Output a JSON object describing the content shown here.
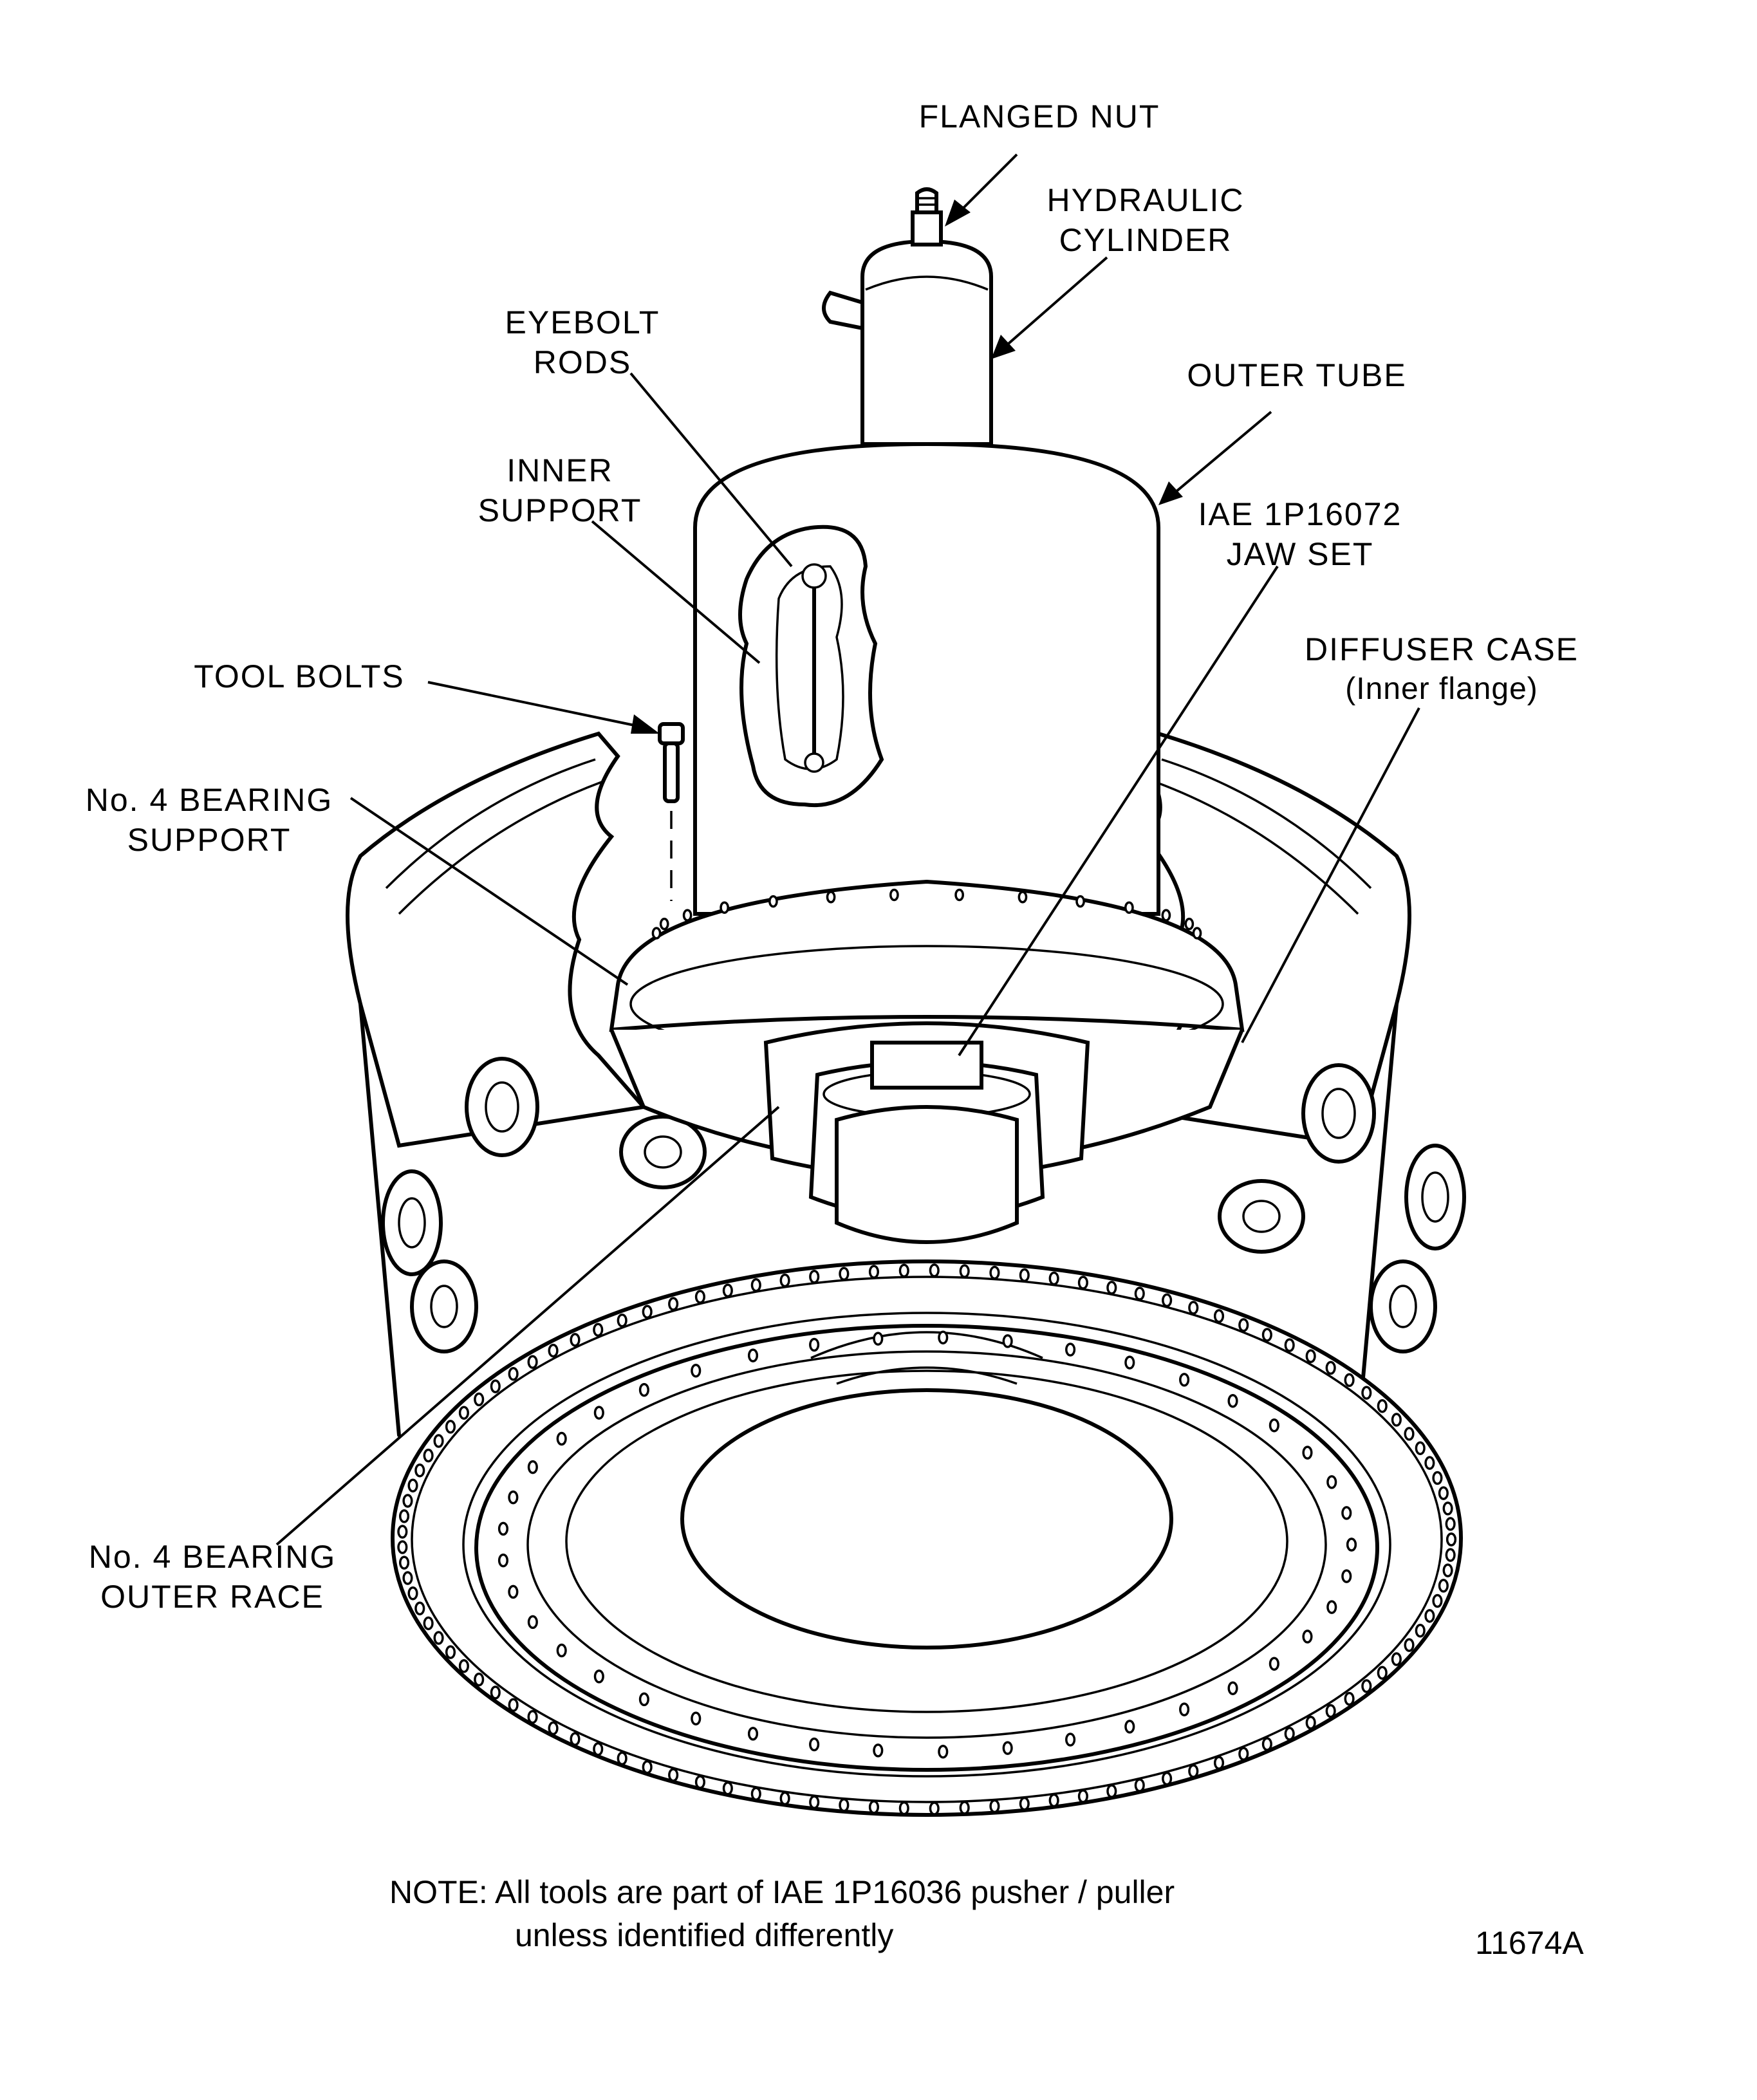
{
  "figure": {
    "id": "11674A",
    "labels": {
      "flanged_nut": "FLANGED NUT",
      "hydraulic_cylinder": [
        "HYDRAULIC",
        "CYLINDER"
      ],
      "eyebolt_rods": [
        "EYEBOLT",
        "RODS"
      ],
      "outer_tube": "OUTER TUBE",
      "inner_support": [
        "INNER",
        "SUPPORT"
      ],
      "jaw_set": [
        "IAE 1P16072",
        "JAW SET"
      ],
      "diffuser_case": [
        "DIFFUSER CASE",
        "(Inner flange)"
      ],
      "tool_bolts": "TOOL BOLTS",
      "bearing_support": [
        "No. 4 BEARING",
        "SUPPORT"
      ],
      "bearing_outer_race": [
        "No. 4 BEARING",
        "OUTER RACE"
      ]
    },
    "note": {
      "prefix": "NOTE:",
      "line1": "All tools are part of IAE  1P16036 pusher / puller",
      "line2": "unless identified differently"
    }
  }
}
